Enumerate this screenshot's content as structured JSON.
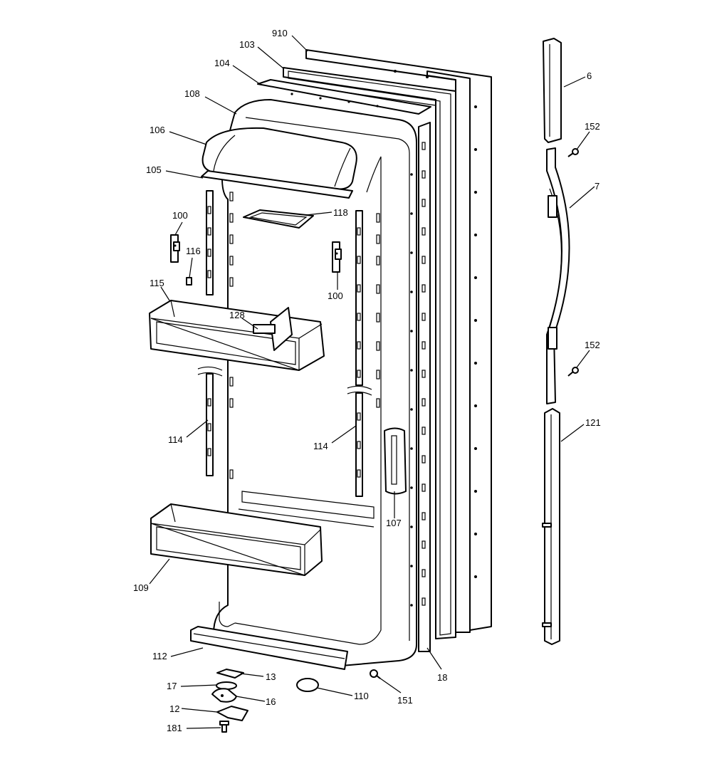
{
  "callouts": [
    {
      "id": "910",
      "text": "910"
    },
    {
      "id": "103",
      "text": "103"
    },
    {
      "id": "104",
      "text": "104"
    },
    {
      "id": "108",
      "text": "108"
    },
    {
      "id": "106",
      "text": "106"
    },
    {
      "id": "105",
      "text": "105"
    },
    {
      "id": "118",
      "text": "118"
    },
    {
      "id": "100a",
      "text": "100"
    },
    {
      "id": "116",
      "text": "116"
    },
    {
      "id": "100b",
      "text": "100"
    },
    {
      "id": "115",
      "text": "115"
    },
    {
      "id": "128",
      "text": "128"
    },
    {
      "id": "114a",
      "text": "114"
    },
    {
      "id": "114b",
      "text": "114"
    },
    {
      "id": "107",
      "text": "107"
    },
    {
      "id": "109",
      "text": "109"
    },
    {
      "id": "112",
      "text": "112"
    },
    {
      "id": "13",
      "text": "13"
    },
    {
      "id": "17",
      "text": "17"
    },
    {
      "id": "16",
      "text": "16"
    },
    {
      "id": "12",
      "text": "12"
    },
    {
      "id": "181",
      "text": "181"
    },
    {
      "id": "110",
      "text": "110"
    },
    {
      "id": "151",
      "text": "151"
    },
    {
      "id": "18",
      "text": "18"
    },
    {
      "id": "6",
      "text": "6"
    },
    {
      "id": "152a",
      "text": "152"
    },
    {
      "id": "7",
      "text": "7"
    },
    {
      "id": "152b",
      "text": "152"
    },
    {
      "id": "121",
      "text": "121"
    }
  ]
}
